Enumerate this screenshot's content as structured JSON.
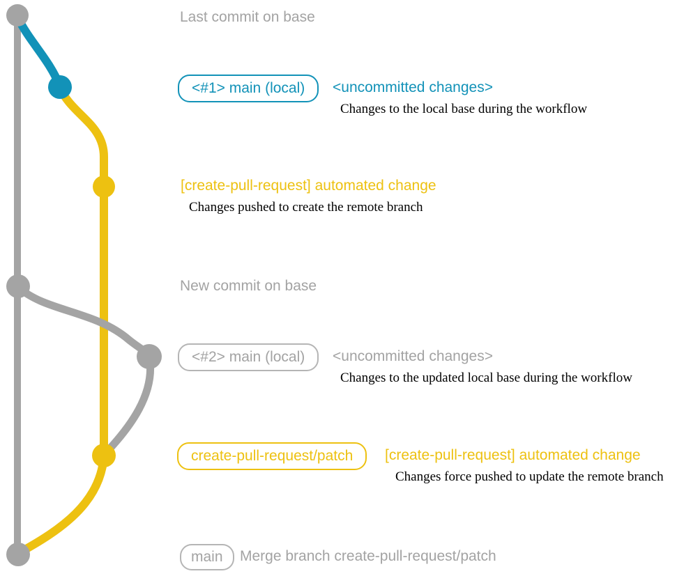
{
  "colors": {
    "teal": "#1292b8",
    "yellow": "#edc111",
    "gray": "#a4a4a4",
    "badge_gray_border": "#b5b5b5",
    "desc_text": "#000000"
  },
  "rows": {
    "last_commit": {
      "label": "Last commit on base"
    },
    "local1": {
      "badge": "<#1> main (local)",
      "title": "<uncommitted changes>",
      "desc": "Changes to the local base during the workflow"
    },
    "push1": {
      "title": "[create-pull-request] automated change",
      "desc": "Changes pushed to create the remote branch"
    },
    "new_commit": {
      "label": "New commit on base"
    },
    "local2": {
      "badge": "<#2> main (local)",
      "title": "<uncommitted changes>",
      "desc": "Changes to the updated local base during the workflow"
    },
    "push2": {
      "badge": "create-pull-request/patch",
      "title": "[create-pull-request] automated change",
      "desc": "Changes force pushed to update the remote branch"
    },
    "merge": {
      "badge": "main",
      "label": "Merge branch create-pull-request/patch"
    }
  },
  "graph": {
    "branches": [
      {
        "name": "base",
        "color": "#a4a4a4"
      },
      {
        "name": "local-uncommitted",
        "color": "#1292b8"
      },
      {
        "name": "create-pull-request-patch",
        "color": "#edc111"
      }
    ],
    "nodes": [
      {
        "name": "last-commit-on-base",
        "color": "#a4a4a4"
      },
      {
        "name": "uncommitted-changes-1",
        "color": "#1292b8"
      },
      {
        "name": "automated-change-1",
        "color": "#edc111"
      },
      {
        "name": "new-commit-on-base",
        "color": "#a4a4a4"
      },
      {
        "name": "uncommitted-changes-2",
        "color": "#a4a4a4"
      },
      {
        "name": "automated-change-2",
        "color": "#edc111"
      },
      {
        "name": "merge-commit",
        "color": "#a4a4a4"
      }
    ]
  }
}
